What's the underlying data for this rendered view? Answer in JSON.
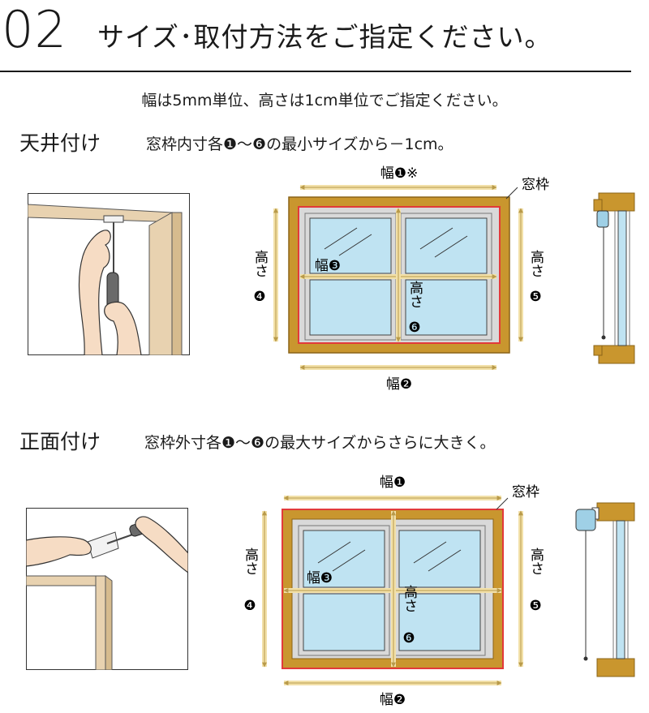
{
  "header": {
    "step_number": "02",
    "title": "サイズ･取付方法をご指定ください。"
  },
  "note": "幅は5mm単位、高さは1cm単位でご指定ください。",
  "sections": [
    {
      "title": "天井付け",
      "description": "窓枠内寸各❶～❻の最小サイズから－1cm。",
      "labels": {
        "width1": "幅❶※",
        "width2": "幅❷",
        "width3": "幅❸",
        "height4_text": "高さ",
        "height4_num": "❹",
        "height5_text": "高さ",
        "height5_num": "❺",
        "height6_text": "高さ",
        "height6_num": "❻",
        "frame": "窓枠"
      }
    },
    {
      "title": "正面付け",
      "description": "窓枠外寸各❶～❻の最大サイズからさらに大きく。",
      "labels": {
        "width1": "幅❶",
        "width2": "幅❷",
        "width3": "幅❸",
        "height4_text": "高さ",
        "height4_num": "❹",
        "height5_text": "高さ",
        "height5_num": "❺",
        "height6_text": "高さ",
        "height6_num": "❻",
        "frame": "窓枠"
      }
    }
  ],
  "colors": {
    "frame": "#c9962e",
    "frame_dark": "#8a6418",
    "glass": "#bfe3f2",
    "sash": "#d9d9d9",
    "arrow": "#f2e0a8",
    "arrow_stroke": "#b89a4a",
    "measure_line": "#e23a3a",
    "skin": "#f6dcc4",
    "wood": "#e8d2b0"
  }
}
